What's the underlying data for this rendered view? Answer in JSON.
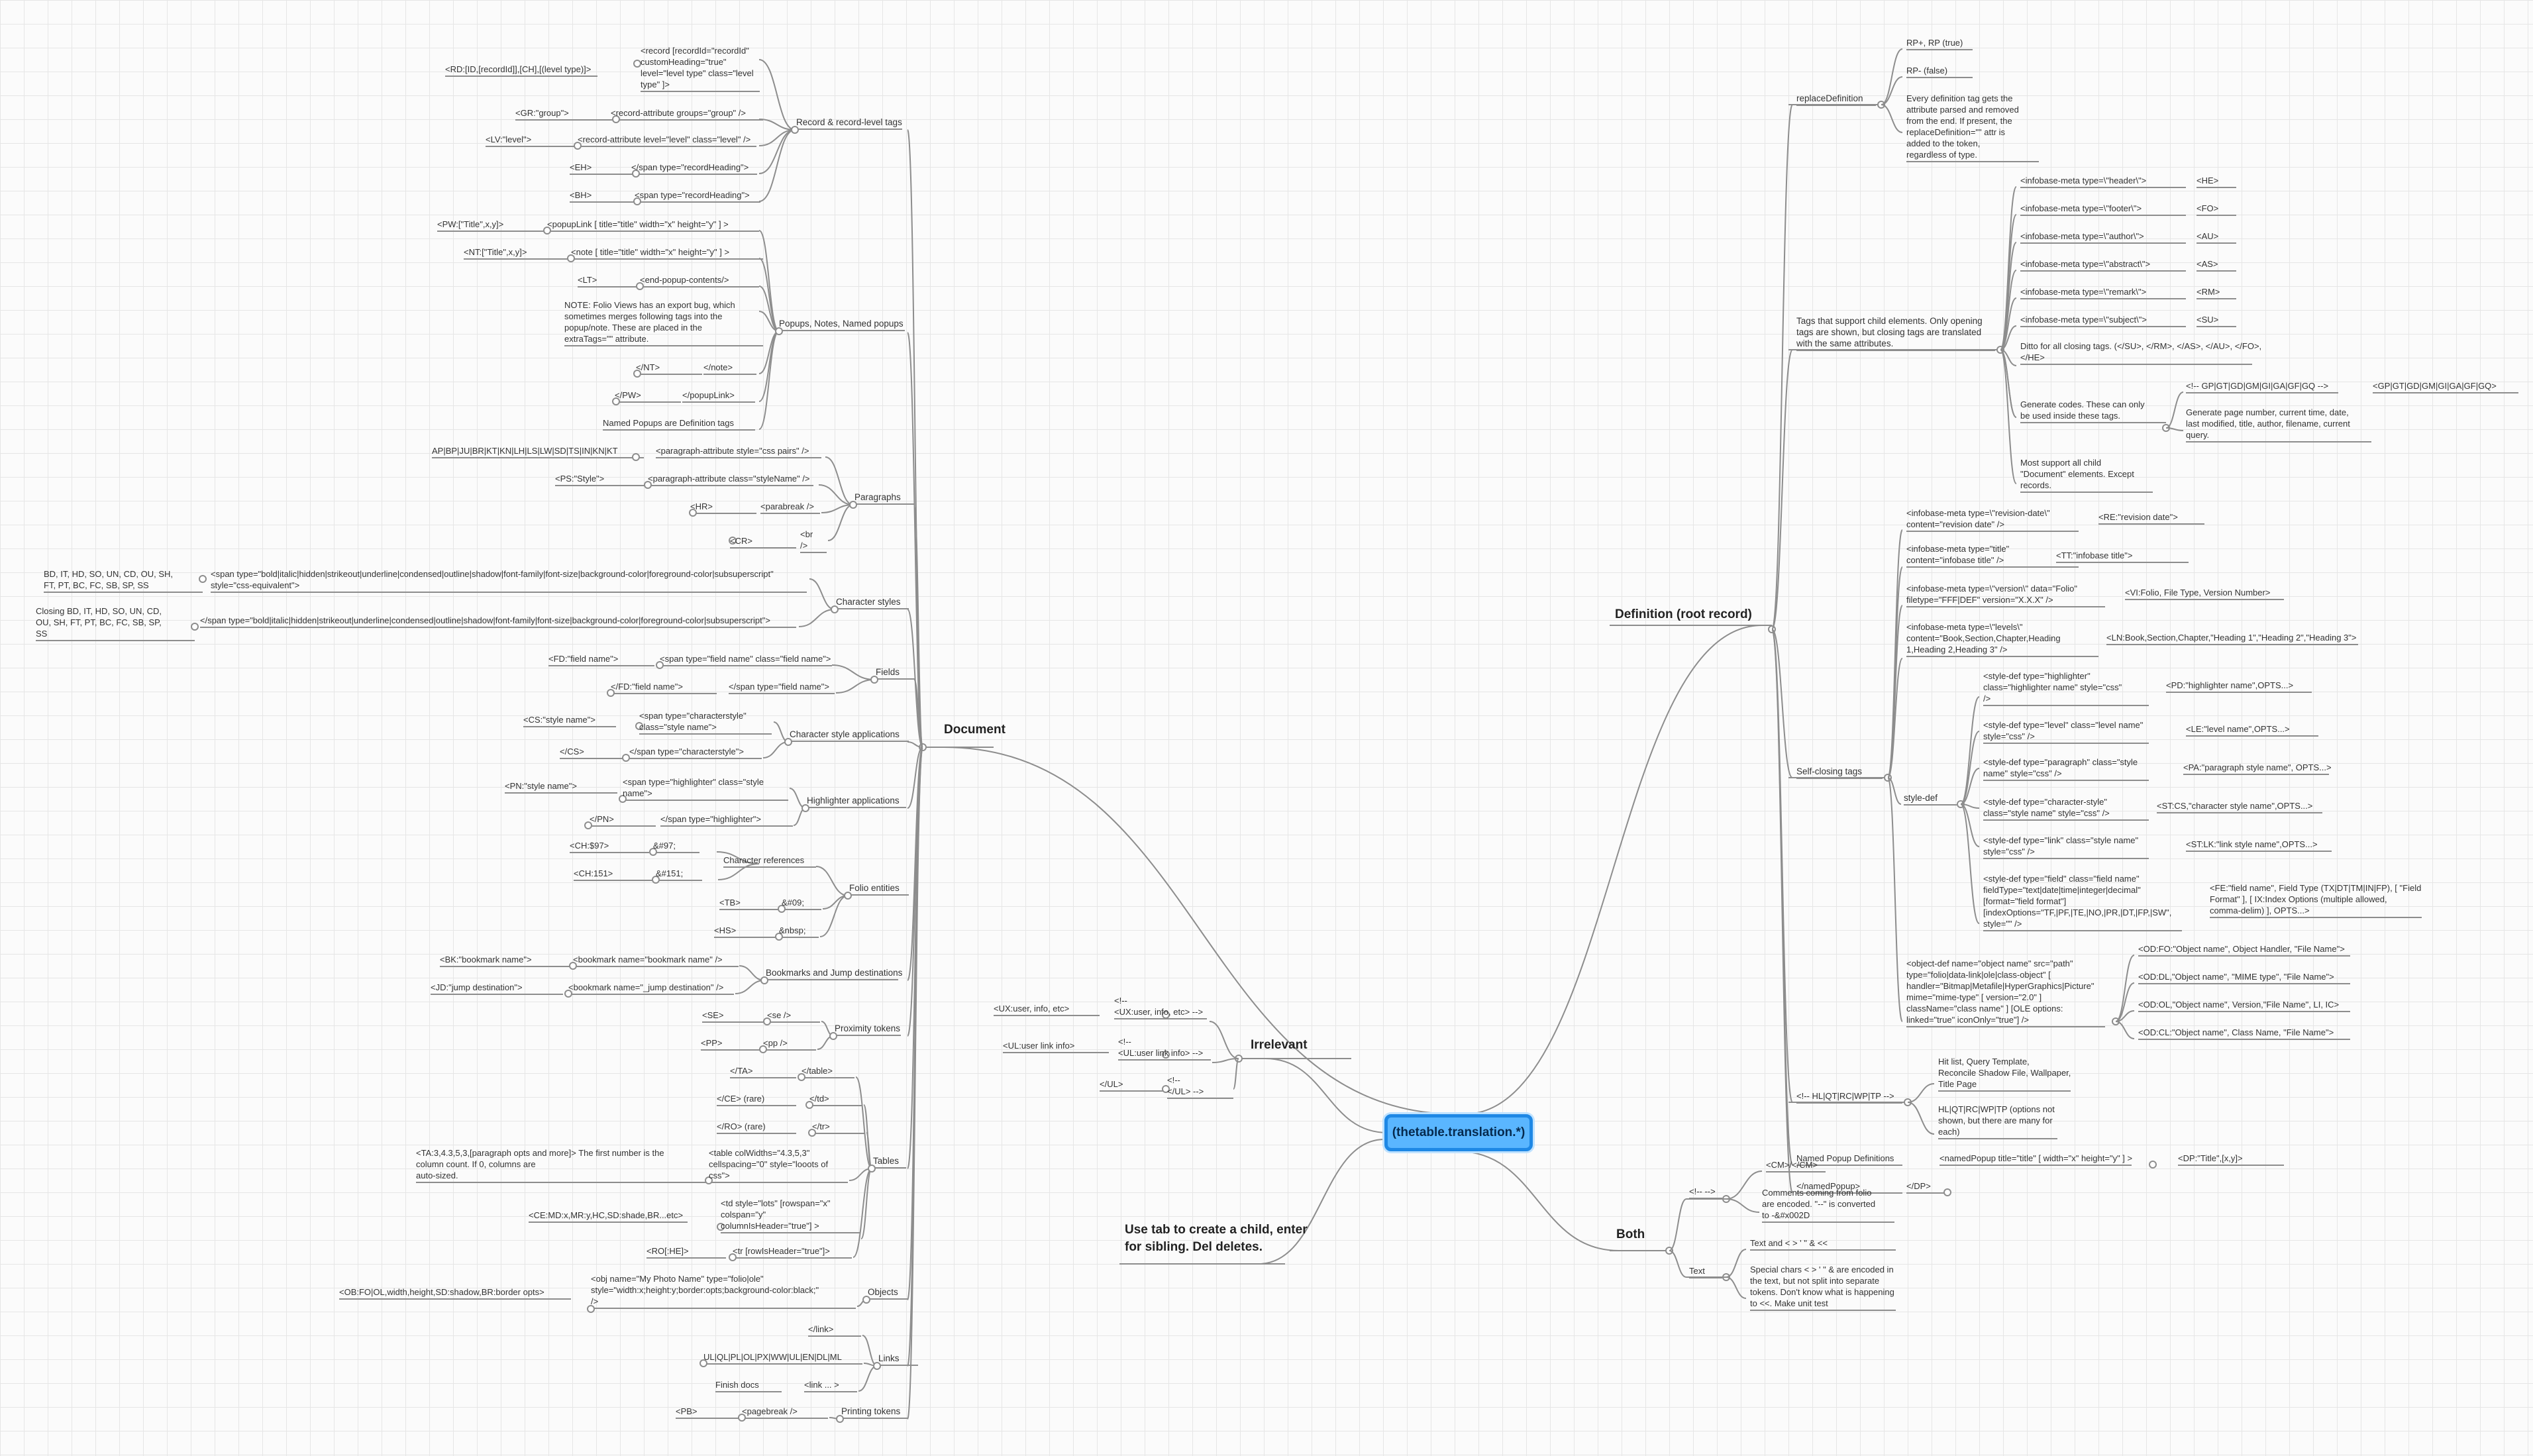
{
  "root": {
    "label": "(thetable.translation.*)"
  },
  "hint": {
    "text": "Use tab to create a child, enter\nfor sibling. Del deletes."
  },
  "main": {
    "document": "Document",
    "definition": "Definition (root record)",
    "irrelevant": "Irrelevant",
    "both": "Both"
  },
  "document": {
    "record_tags": "Record & record-level tags",
    "rec_open": "<record [recordId=\"recordId\"\ncustomHeading=\"true\"\nlevel=\"level type\" class=\"level\ntype\" ]>",
    "rd_code": "<RD:[ID,[recordId]],[CH],[(level type)]>",
    "gr_attr": "<record-attribute groups=\"group\" />",
    "gr_code": "<GR:\"group\">",
    "lv_attr": "<record-attribute level=\"level\" class=\"level\" />",
    "lv_code": "<LV:\"level\">",
    "eh_html": "</span type=\"recordHeading\">",
    "eh_code": "<EH>",
    "bh_html": "<span type=\"recordHeading\">",
    "bh_code": "<BH>",
    "popups": "Popups, Notes, Named popups",
    "pw_html": "<popupLink [ title=\"title\" width=\"x\" height=\"y\" ] >",
    "pw_code": "<PW:[\"Title\",x,y]>",
    "nt_html": "<note [ title=\"title\" width=\"x\" height=\"y\" ] >",
    "nt_code": "<NT:[\"Title\",x,y]>",
    "lt_html": "<end-popup-contents/>",
    "lt_code": "<LT>",
    "popup_note": "NOTE: Folio Views has an export bug, which\nsometimes merges following tags into the\npopup/note. These are placed in the\nextraTags=\"\" attribute.",
    "nt_close": "</note>",
    "nt_close_code": "</NT>",
    "pw_close": "</popupLink>",
    "pw_close_code": "</PW>",
    "named_popups": "Named Popups are Definition tags",
    "paragraphs": "Paragraphs",
    "para_attr": "<paragraph-attribute style=\"css pairs\" />",
    "para_codes": "AP|BP|JU|BR|KT|KN|LH|LS|LW|SD|TS|IN|KN|KT",
    "ps_html": "<paragraph-attribute class=\"styleName\" />",
    "ps_code": "<PS:\"Style\">",
    "hr_html": "<parabreak />",
    "hr_code": "<HR>",
    "cr_html": "<br\n/>",
    "cr_code": "<CR>",
    "char_styles": "Character styles",
    "cs_open": "<span type=\"bold|italic|hidden|strikeout|underline|condensed|outline|shadow|font-family|font-size|background-color|foreground-color|subsuperscript\"\nstyle=\"css-equivalent\">",
    "cs_open_codes": "BD, IT, HD, SO, UN, CD, OU, SH,\nFT, PT, BC, FC, SB, SP, SS",
    "cs_close": "</span type=\"bold|italic|hidden|strikeout|underline|condensed|outline|shadow|font-family|font-size|background-color|foreground-color|subsuperscript\">",
    "cs_close_codes": "Closing BD, IT, HD, SO, UN, CD,\nOU, SH, FT, PT, BC, FC, SB, SP,\nSS",
    "fields": "Fields",
    "fd_html": "<span type=\"field name\" class=\"field name\">",
    "fd_code": "<FD:\"field name\">",
    "fd_close": "</span type=\"field name\">",
    "fd_close_code": "</FD:\"field name\">",
    "csa": "Character style applications",
    "csa_html": "<span type=\"characterstyle\"\nclass=\"style name\">",
    "csa_code": "<CS:\"style name\">",
    "csa_close": "</span type=\"characterstyle\">",
    "csa_close_code": "</CS>",
    "ha": "Highlighter applications",
    "pn_html": "<span type=\"highlighter\" class=\"style\nname\">",
    "pn_code": "<PN:\"style name\">",
    "pn_close": "</span type=\"highlighter\">",
    "pn_close_code": "</PN>",
    "entities": "Folio entities",
    "charrefs": "Character references",
    "ch97_html": "&#97;",
    "ch97_code": "<CH:$97>",
    "ch151_html": "&#151;",
    "ch151_code": "<CH:151>",
    "tb_html": "&#09;",
    "tb_code": "<TB>",
    "hs_html": "&nbsp;",
    "hs_code": "<HS>",
    "bookmarks": "Bookmarks and Jump destinations",
    "bk_html": "<bookmark name=\"bookmark name\" />",
    "bk_code": "<BK:\"bookmark name\">",
    "jd_html": "<bookmark name=\"_jump destination\" />",
    "jd_code": "<JD:\"jump destination\">",
    "proximity": "Proximity tokens",
    "se_html": "<se />",
    "se_code": "<SE>",
    "pp_html": "<pp />",
    "pp_code": "<PP>",
    "tables": "Tables",
    "ta_close": "</table>",
    "ta_close_code": "</TA>",
    "ce_close": "</td>",
    "ce_close_code": "</CE> (rare)",
    "ro_close": "</tr>",
    "ro_close_code": "</RO> (rare)",
    "ta_html": "<table colWidths=\"4.3,5,3\"\ncellspacing=\"0\" style=\"looots of\ncss\">",
    "ta_code": "<TA:3,4.3,5,3,[paragraph opts and more]> The first number is the\ncolumn count. If 0, columns are\nauto-sized.",
    "ce_html": "<td style=\"lots\" [rowspan=\"x\"\ncolspan=\"y\"\ncolumnIsHeader=\"true\"] >",
    "ce_code": "<CE:MD:x,MR:y,HC,SD:shade,BR...etc>",
    "ro_html": "<tr [rowIsHeader=\"true\"]>",
    "ro_code": "<RO[:HE]>",
    "objects": "Objects",
    "ob_html": "<obj name=\"My Photo Name\" type=\"folio|ole\"\nstyle=\"width:x;height:y;border:opts;background-color:black;\"\n/>",
    "ob_code": "<OB:FO|OL,width,height,SD:shadow,BR:border opts>",
    "links": "Links",
    "lk_close": "</link>",
    "lk_codes": "UL|QL|PL|OL|PX|WW|UL|EN|DL|ML",
    "lk_html": "<link ... >",
    "lk_finish": "Finish docs",
    "printing": "Printing tokens",
    "pb_html": "<pagebreak />",
    "pb_code": "<PB>"
  },
  "irrelevant": {
    "ux_html": "<!--\n<UX:user, info, etc> -->",
    "ux_code": "<UX:user, info, etc>",
    "ul_html": "<!--\n<UL:user link info> -->",
    "ul_code": "<UL:user link info>",
    "ulc_html": "<!--\n</UL> -->",
    "ulc_code": "</UL>"
  },
  "definition": {
    "replace": "replaceDefinition",
    "rp_true": "RP+, RP (true)",
    "rp_false": "RP- (false)",
    "rp_note": "Every definition tag gets the\nattribute parsed and removed\nfrom the end. If present, the\nreplaceDefinition=\"\" attr is\nadded to the token,\nregardless of type.",
    "child_tags": "Tags that support child elements. Only opening\ntags are shown, but closing tags are translated\nwith the same attributes.",
    "he_html": "<infobase-meta type=\\\"header\\\">",
    "he_code": "<HE>",
    "fo_html": "<infobase-meta type=\\\"footer\\\">",
    "fo_code": "<FO>",
    "au_html": "<infobase-meta type=\\\"author\\\">",
    "au_code": "<AU>",
    "as_html": "<infobase-meta type=\\\"abstract\\\">",
    "as_code": "<AS>",
    "rm_html": "<infobase-meta type=\\\"remark\\\">",
    "rm_code": "<RM>",
    "su_html": "<infobase-meta type=\\\"subject\\\">",
    "su_code": "<SU>",
    "ditto": "Ditto for all closing tags. (</SU>, </RM>, </AS>, </AU>, </FO>,\n</HE>",
    "gen_codes": "Generate codes. These can only\nbe used inside these tags.",
    "gp_html": "<!-- GP|GT|GD|GM|GI|GA|GF|GQ -->",
    "gp_code": "<GP|GT|GD|GM|GI|GA|GF|GQ>",
    "gp_note": "Generate page number, current time, date,\nlast modified, title, author, filename, current\nquery.",
    "most_support": "Most support all child\n\"Document\" elements. Except\nrecords.",
    "self_closing": "Self-closing tags",
    "re_html": "<infobase-meta type=\\\"revision-date\\\"\ncontent=\"revision date\" />",
    "re_code": "<RE:\"revision date\">",
    "tt_html": "<infobase-meta type=\"title\"\ncontent=\"infobase title\" />",
    "tt_code": "<TT:\"infobase title\">",
    "vi_html": "<infobase-meta type=\\\"version\\\" data=\"Folio\"\nfiletype=\"FFF|DEF\" version=\"X.X.X\" />",
    "vi_code": "<VI:Folio, File Type, Version Number>",
    "ln_html": "<infobase-meta type=\\\"levels\\\"\ncontent=\"Book,Section,Chapter,Heading\n1,Heading 2,Heading 3\" />",
    "ln_code": "<LN:Book,Section,Chapter,\"Heading 1\",\"Heading 2\",\"Heading 3\">",
    "style_def": "style-def",
    "pd_html": "<style-def type=\"highlighter\"\nclass=\"highlighter name\" style=\"css\"\n/>",
    "pd_code": "<PD:\"highlighter name\",OPTS...>",
    "le_html": "<style-def type=\"level\" class=\"level name\"\nstyle=\"css\" />",
    "le_code": "<LE:\"level name\",OPTS...>",
    "pa_html": "<style-def type=\"paragraph\" class=\"style\nname\" style=\"css\" />",
    "pa_code": "<PA:\"paragraph style name\", OPTS...>",
    "st_html": "<style-def type=\"character-style\"\nclass=\"style name\" style=\"css\" />",
    "st_code": "<ST:CS,\"character style name\",OPTS...>",
    "stlk_html": "<style-def type=\"link\" class=\"style name\"\nstyle=\"css\" />",
    "stlk_code": "<ST:LK:\"link style name\",OPTS...>",
    "fe_html": "<style-def type=\"field\" class=\"field name\"\nfieldType=\"text|date|time|integer|decimal\"\n[format=\"field format\"]\n[indexOptions=\"TF,|PF,|TE,|NO,|PR,|DT,|FP,|SW\",\nstyle=\"\" />",
    "fe_code": "<FE:\"field name\", Field Type (TX|DT|TM|IN|FP), [ \"Field\nFormat\" ], [ IX:Index Options (multiple allowed,\ncomma-delim) ], OPTS...>",
    "od_html": "<object-def name=\"object name\" src=\"path\"\ntype=\"folio|data-link|ole|class-object\" [\nhandler=\"Bitmap|Metafile|HyperGraphics|Picture\"\nmime=\"mime-type\" [ version=\"2.0\" ]\nclassName=\"class name\" ] [OLE options:\nlinked=\"true\" iconOnly=\"true\"] />",
    "od_fo": "<OD:FO:\"Object name\", Object Handler, \"File Name\">",
    "od_dl": "<OD:DL,\"Object name\", \"MIME type\", \"File Name\">",
    "od_ol": "<OD:OL,\"Object name\", Version,\"File Name\", LI, IC>",
    "od_cl": "<OD:CL:\"Object name\", Class Name, \"File Name\">",
    "hl_code": "<!-- HL|QT|RC|WP|TP -->",
    "hl_note": "Hit list, Query Template,\nReconcile Shadow File, Wallpaper,\nTitle Page",
    "hl_note2": "HL|QT|RC|WP|TP (options not\nshown, but there are many for\neach)",
    "named_popup": "Named Popup Definitions",
    "np_html": "<namedPopup title=\"title\" [ width=\"x\" height=\"y\" ] >",
    "np_code": "<DP:\"Title\",[x,y]>",
    "np_close": "</namedPopup>",
    "np_close_code": "</DP>"
  },
  "both": {
    "comment": "<!-- -->",
    "cm": "<CM>/</CM>",
    "cm_note": "Comments coming from folio\nare encoded. \"--\" is converted\nto -&#x002D",
    "text": "Text",
    "text_chars": "Text and < > ' \" & <<",
    "text_note": "Special chars < > ' \" & are encoded in\nthe text, but not split into separate\ntokens. Don't know what is happening\nto <<. Make unit test"
  }
}
